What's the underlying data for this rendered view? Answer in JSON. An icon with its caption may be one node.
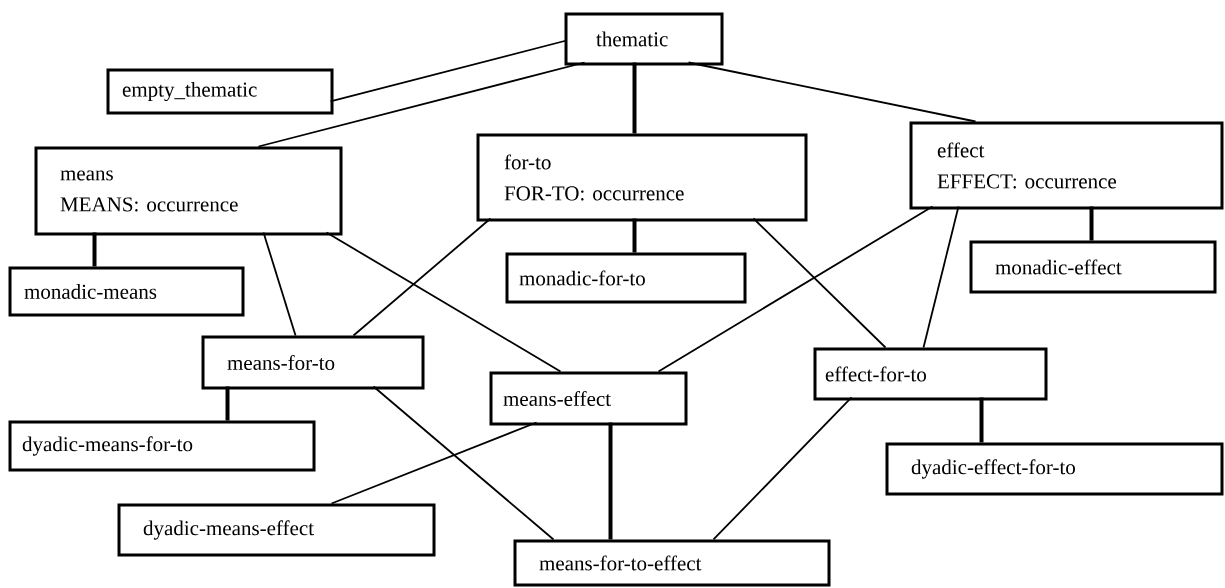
{
  "diagram": {
    "nodes": [
      {
        "text": [
          "thematic"
        ]
      },
      {
        "text": [
          "empty_thematic"
        ]
      },
      {
        "text": [
          "means",
          "MEANS: occurrence"
        ]
      },
      {
        "text": [
          "for-to",
          "FOR-TO: occurrence"
        ]
      },
      {
        "text": [
          "effect",
          "EFFECT: occurrence"
        ]
      },
      {
        "text": [
          "monadic-means"
        ]
      },
      {
        "text": [
          "monadic-for-to"
        ]
      },
      {
        "text": [
          "monadic-effect"
        ]
      },
      {
        "text": [
          "means-for-to"
        ]
      },
      {
        "text": [
          "means-effect"
        ]
      },
      {
        "text": [
          "effect-for-to"
        ]
      },
      {
        "text": [
          "dyadic-means-for-to"
        ]
      },
      {
        "text": [
          "dyadic-effect-for-to"
        ]
      },
      {
        "text": [
          "dyadic-means-effect"
        ]
      },
      {
        "text": [
          "means-for-to-effect"
        ]
      }
    ],
    "edges": [
      {
        "from": 0,
        "to": 1,
        "arrow": "none"
      },
      {
        "from": 0,
        "to": 2,
        "arrow": "none"
      },
      {
        "from": 0,
        "to": 3,
        "arrow": "none",
        "style": "thick"
      },
      {
        "from": 0,
        "to": 4,
        "arrow": "none"
      },
      {
        "from": 2,
        "to": 5,
        "arrow": "none",
        "style": "thick"
      },
      {
        "from": 3,
        "to": 6,
        "arrow": "none",
        "style": "thick"
      },
      {
        "from": 4,
        "to": 7,
        "arrow": "none",
        "style": "thick"
      },
      {
        "from": 2,
        "to": 8,
        "arrow": "none"
      },
      {
        "from": 2,
        "to": 9,
        "arrow": "none"
      },
      {
        "from": 3,
        "to": 8,
        "arrow": "none"
      },
      {
        "from": 3,
        "to": 10,
        "arrow": "none"
      },
      {
        "from": 4,
        "to": 9,
        "arrow": "none"
      },
      {
        "from": 4,
        "to": 10,
        "arrow": "none"
      },
      {
        "from": 8,
        "to": 11,
        "arrow": "none",
        "style": "thick"
      },
      {
        "from": 8,
        "to": 14,
        "arrow": "none"
      },
      {
        "from": 9,
        "to": 13,
        "arrow": "none"
      },
      {
        "from": 9,
        "to": 14,
        "arrow": "none",
        "style": "thick"
      },
      {
        "from": 10,
        "to": 12,
        "arrow": "none",
        "style": "thick"
      },
      {
        "from": 10,
        "to": 14,
        "arrow": "none"
      }
    ]
  }
}
